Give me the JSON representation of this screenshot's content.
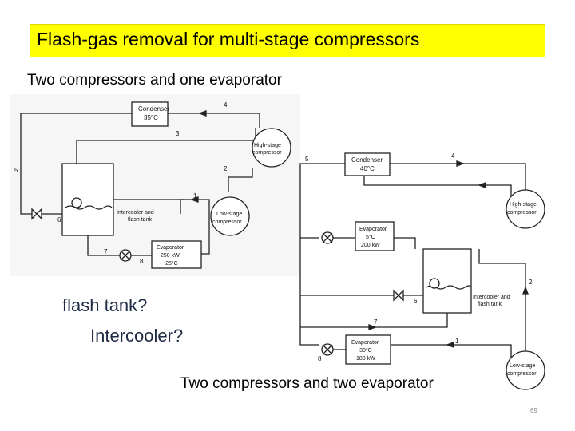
{
  "title": "Flash-gas removal for multi-stage compressors",
  "subtitle": "Two compressors and one evaporator",
  "question_flash": "flash tank?",
  "question_intercooler": "Intercooler?",
  "caption_two_evaporator": "Two compressors and two evaporator",
  "page_number": "69",
  "colors": {
    "title_bg": "#ffff00",
    "question_text": "#1f2a44"
  },
  "diagram1": {
    "condenser": [
      "Condenser",
      "35°C"
    ],
    "high_stage": [
      "High-stage",
      "compressor"
    ],
    "low_stage": [
      "Low-stage",
      "compressor"
    ],
    "intercooler": [
      "Intercooler and",
      "flash tank"
    ],
    "evaporator": [
      "Evaporator",
      "250 kW",
      "−25°C"
    ],
    "points": [
      "1",
      "2",
      "3",
      "4",
      "5",
      "6",
      "7",
      "8"
    ]
  },
  "diagram2": {
    "condenser": [
      "Condenser",
      "40°C"
    ],
    "high_stage": [
      "High-stage",
      "compressor"
    ],
    "low_stage": [
      "Low-stage",
      "compressor"
    ],
    "intercooler": [
      "Intercooler and",
      "flash tank"
    ],
    "evaporator_5c": [
      "Evaporator",
      "5°C",
      "200 kW"
    ],
    "evaporator_30c": [
      "Evaporator",
      "−30°C",
      "180 kW"
    ],
    "points": [
      "1",
      "2",
      "4",
      "5",
      "6",
      "7",
      "8"
    ]
  }
}
